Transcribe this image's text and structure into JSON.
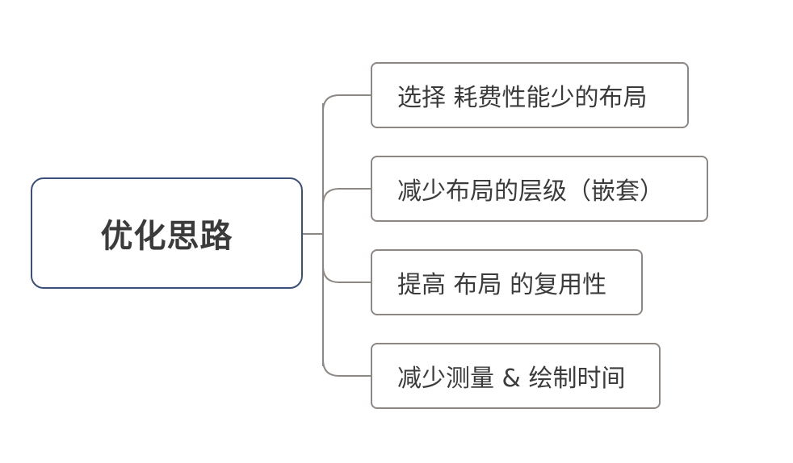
{
  "root": {
    "label": "优化思路"
  },
  "branches": [
    {
      "label": "选择 耗费性能少的布局"
    },
    {
      "label": "减少布局的层级（嵌套）"
    },
    {
      "label": "提高 布局 的复用性"
    },
    {
      "label": "减少测量 & 绘制时间"
    }
  ],
  "colors": {
    "root_border": "#3a4f7a",
    "branch_border": "#8e8884",
    "connector": "#8e8884",
    "text": "#3b3b3b"
  }
}
